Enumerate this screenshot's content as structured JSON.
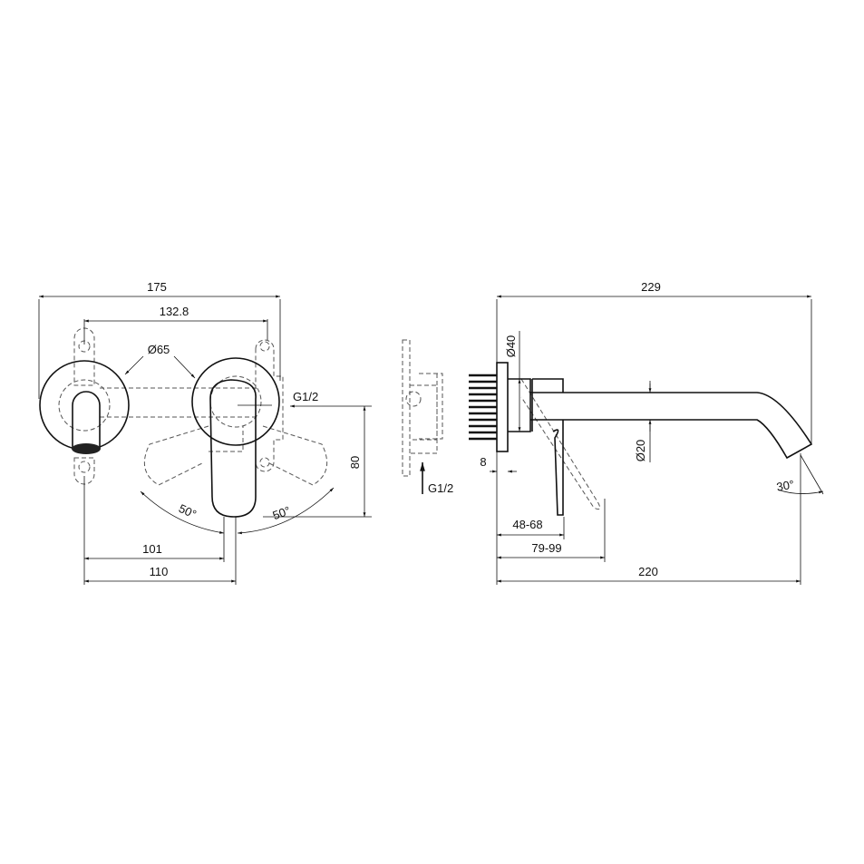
{
  "front_view": {
    "width_total": "175",
    "hole_spacing": "132.8",
    "rosette_diameter": "Ø65",
    "inlet": "G1/2",
    "height": "80",
    "angle_left": "50°",
    "angle_right": "50°",
    "dim_101": "101",
    "dim_110": "110"
  },
  "side_view": {
    "length_total": "229",
    "flange_diameter": "Ø40",
    "spout_diameter": "Ø20",
    "flange_thickness": "8",
    "inlet": "G1/2",
    "lever_range_1": "48-68",
    "lever_range_2": "79-99",
    "spout_projection": "220",
    "spout_angle": "30°"
  },
  "colors": {
    "line": "#111111",
    "hidden": "#555555",
    "background": "#ffffff"
  }
}
